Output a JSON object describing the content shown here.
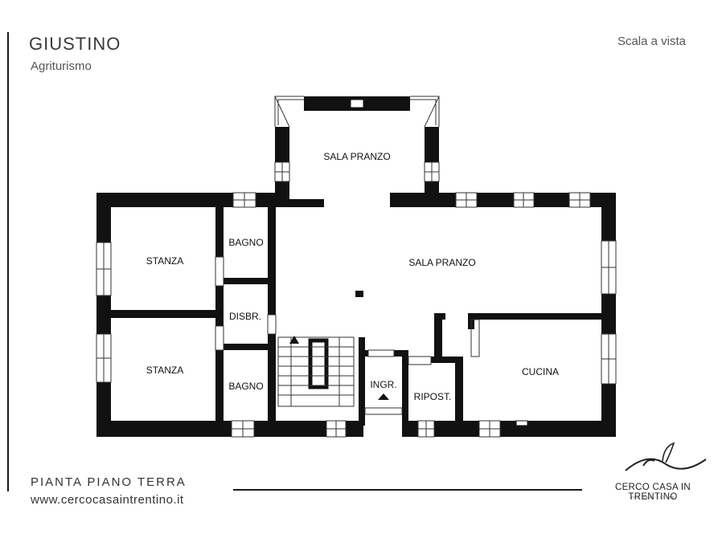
{
  "header": {
    "title": "GIUSTINO",
    "subtitle": "Agriturismo",
    "scale": "Scala a vista"
  },
  "footer": {
    "floor": "PIANTA PIANO TERRA",
    "website": "www.cercocasaintrentino.it",
    "brand": "CERCO CASA IN TRENTINO",
    "brand_sub": "THE REAL ESTATE"
  },
  "rooms": {
    "sala_pranzo_top": "SALA PRANZO",
    "sala_pranzo_main": "SALA PRANZO",
    "stanza_1": "STANZA",
    "stanza_2": "STANZA",
    "bagno_1": "BAGNO",
    "bagno_2": "BAGNO",
    "disbr": "DISBR.",
    "ingr": "INGR.",
    "ripost": "RIPOST.",
    "cucina": "CUCINA"
  },
  "colors": {
    "wall": "#111111",
    "background": "#ffffff"
  }
}
